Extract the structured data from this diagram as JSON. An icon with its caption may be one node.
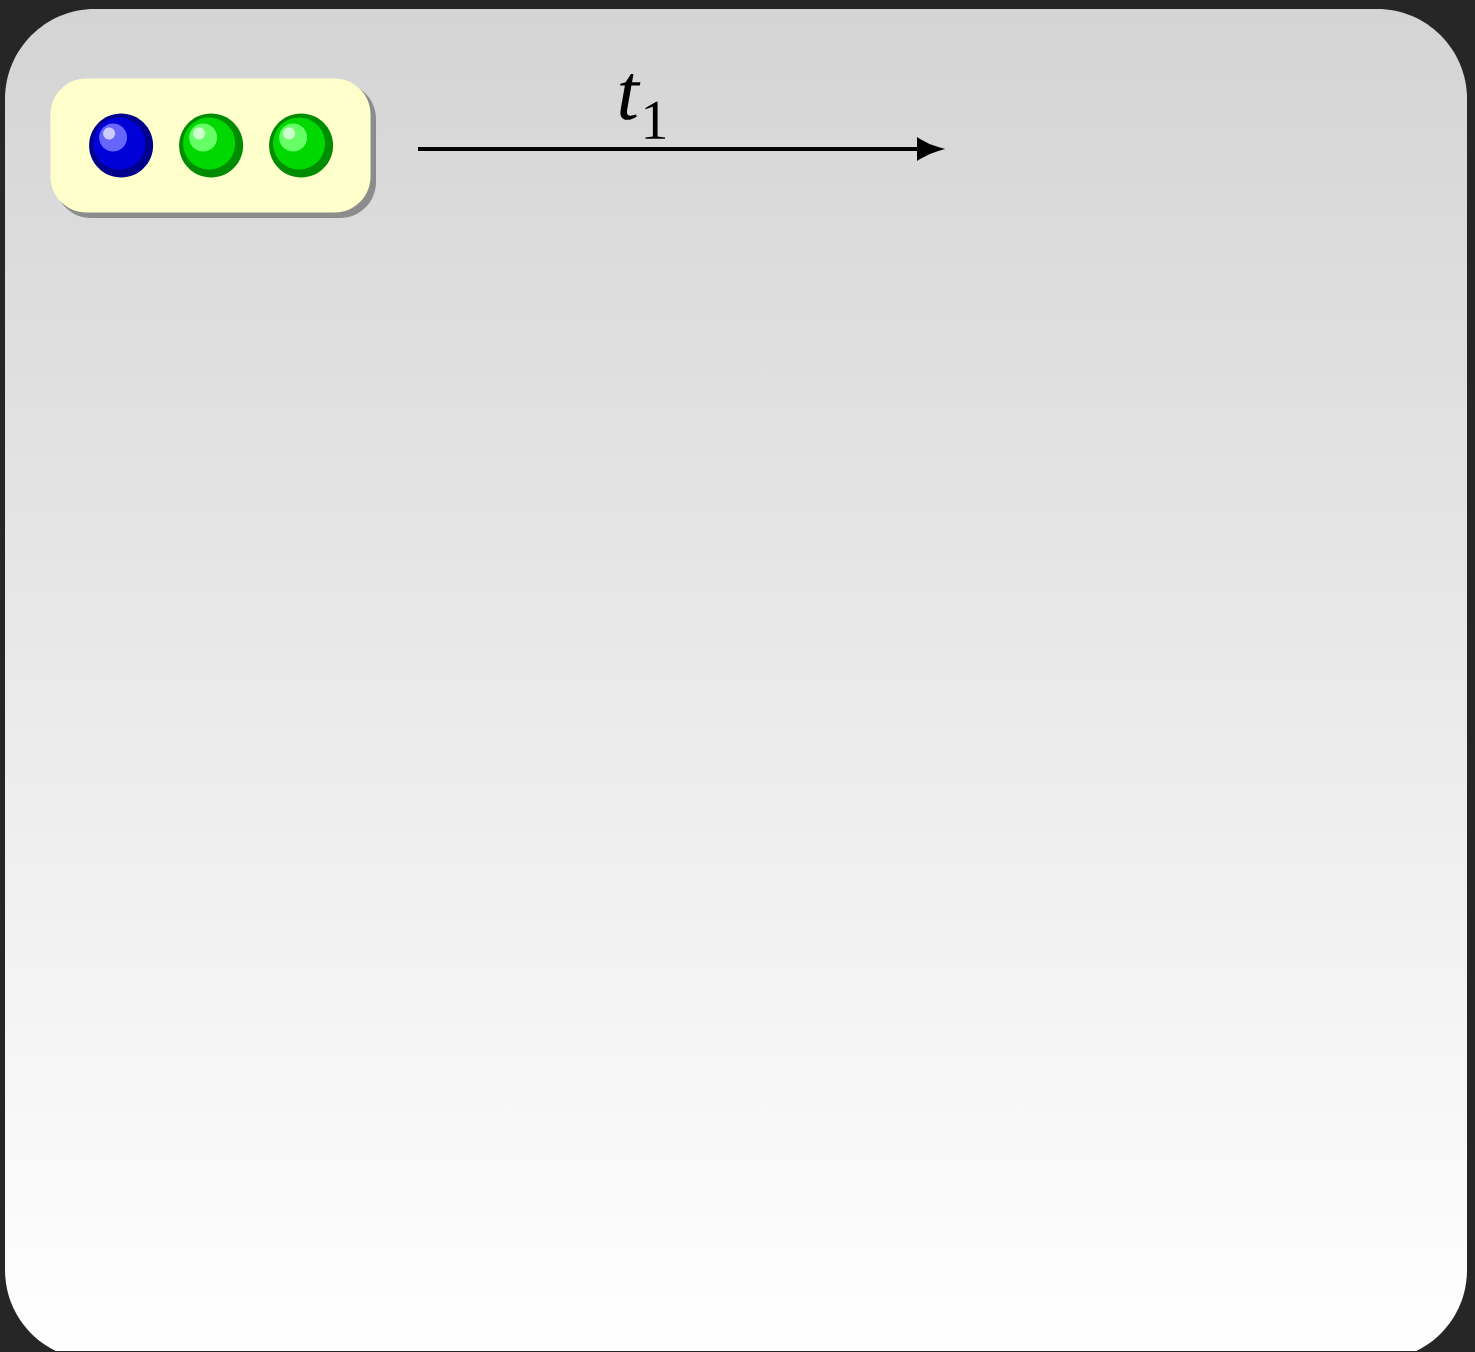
{
  "diagram": {
    "nodes": [
      {
        "text": [],
        "shape": "box"
      },
      {
        "text": [],
        "shape": "circle",
        "in": 0
      },
      {
        "text": [],
        "shape": "circle",
        "in": 0
      },
      {
        "text": [],
        "shape": "circle",
        "in": 0
      }
    ],
    "labels": [
      "*t*$_{1}$"
    ]
  }
}
